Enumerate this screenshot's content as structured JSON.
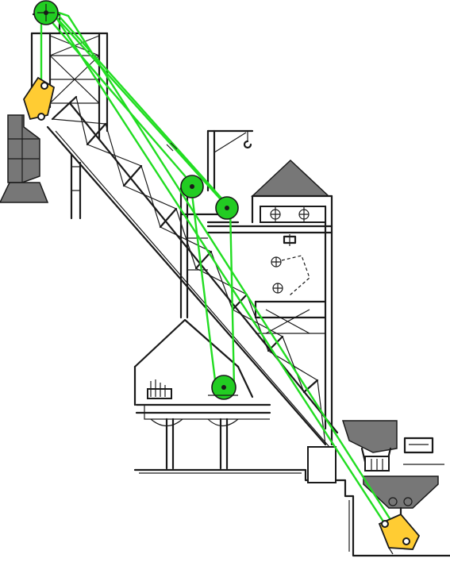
{
  "diagram": {
    "colors": {
      "rope": "#22dd22",
      "sheave": "#22cc22",
      "skip": "#ffcc33",
      "line": "#1a1a1a",
      "roof": "#888888",
      "background": "#ffffff"
    },
    "elements": [
      "inclined-skip-hoist-bridge",
      "head-frame",
      "top-sheave",
      "upper-skip-dumping",
      "receiving-hopper",
      "hook-crane-post",
      "deflection-sheave-pair",
      "hoist-house",
      "control-room-building",
      "hoist-drum-sheave",
      "loading-bin",
      "lower-skip-loading",
      "ground-line"
    ]
  }
}
